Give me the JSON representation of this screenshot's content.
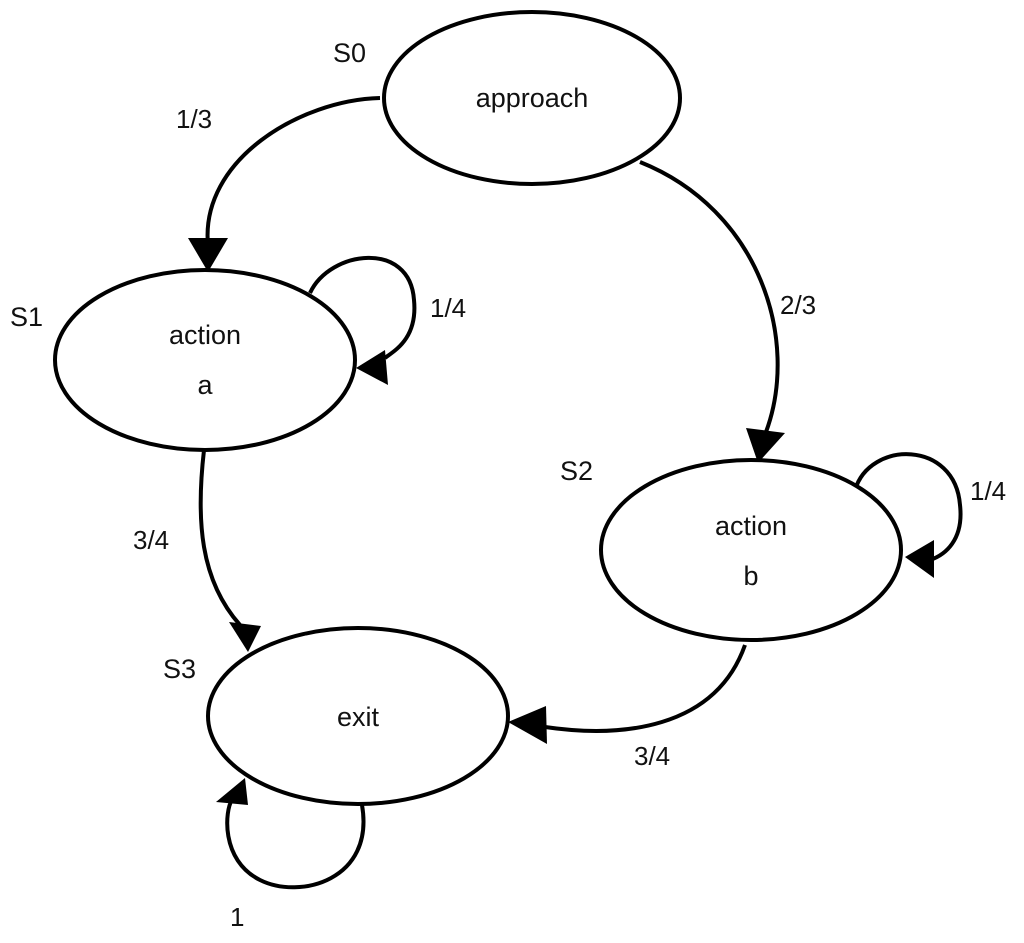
{
  "colors": {
    "stroke": "#000000",
    "fill": "#ffffff",
    "text": "#111111"
  },
  "states": [
    {
      "id": "S0",
      "tag": "S0",
      "line1": "approach",
      "line2": ""
    },
    {
      "id": "S1",
      "tag": "S1",
      "line1": "action",
      "line2": "a"
    },
    {
      "id": "S2",
      "tag": "S2",
      "line1": "action",
      "line2": "b"
    },
    {
      "id": "S3",
      "tag": "S3",
      "line1": "exit",
      "line2": ""
    }
  ],
  "transitions": [
    {
      "from": "S0",
      "to": "S1",
      "probability": "1/3"
    },
    {
      "from": "S0",
      "to": "S2",
      "probability": "2/3"
    },
    {
      "from": "S1",
      "to": "S1",
      "probability": "1/4"
    },
    {
      "from": "S1",
      "to": "S3",
      "probability": "3/4"
    },
    {
      "from": "S2",
      "to": "S2",
      "probability": "1/4"
    },
    {
      "from": "S2",
      "to": "S3",
      "probability": "3/4"
    },
    {
      "from": "S3",
      "to": "S3",
      "probability": "1"
    }
  ]
}
